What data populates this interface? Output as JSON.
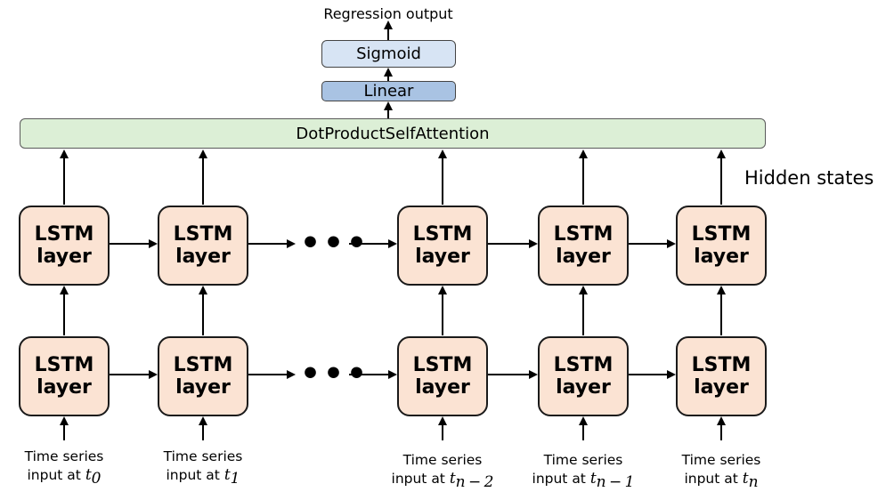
{
  "diagram": {
    "regression_output": "Regression output",
    "sigmoid": "Sigmoid",
    "linear": "Linear",
    "attention": "DotProductSelfAttention",
    "hidden_states": "Hidden states",
    "lstm_line1": "LSTM",
    "lstm_line2": "layer",
    "ellipsis": "•••",
    "time_series_line1": "Time series",
    "input_at": "input at",
    "time_symbol": "t",
    "subscripts": [
      "0",
      "1",
      "n − 2",
      "n − 1",
      "n"
    ]
  }
}
